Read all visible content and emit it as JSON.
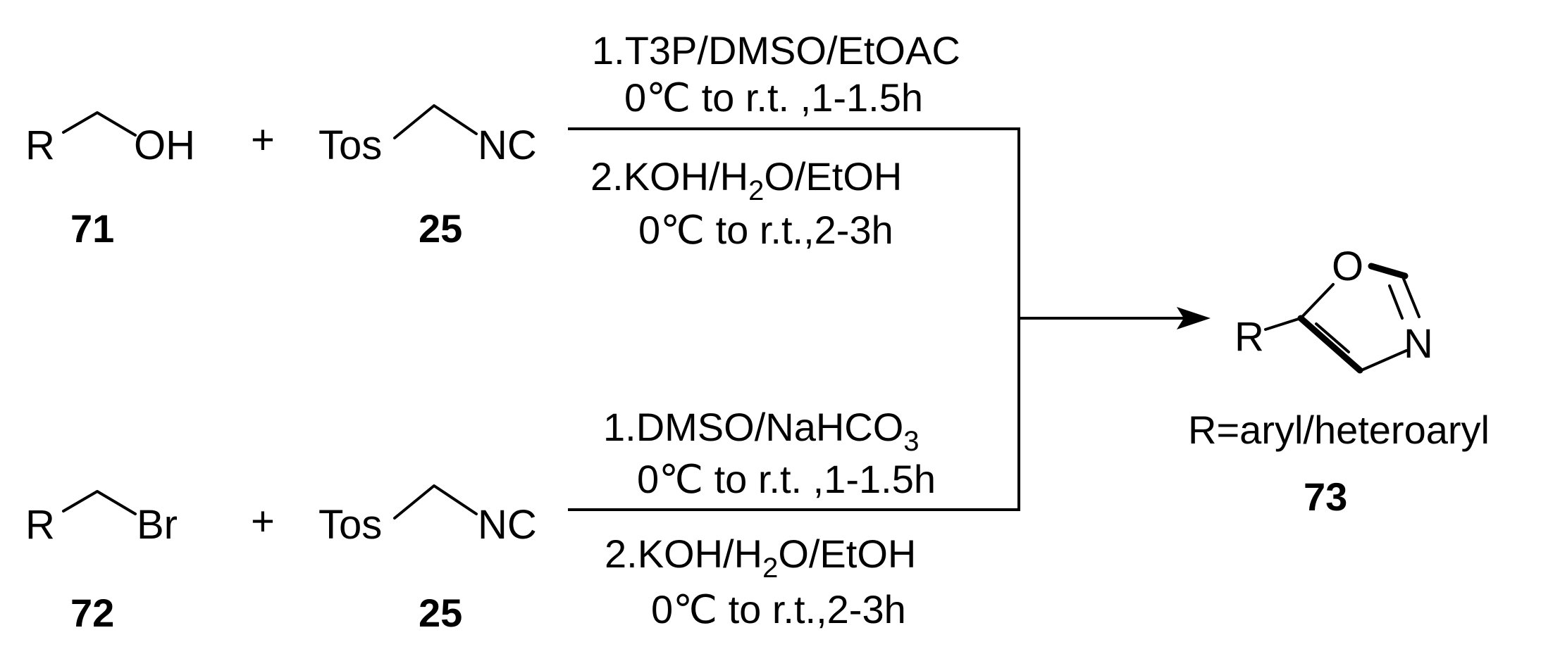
{
  "reaction_top": {
    "reactant1": {
      "r": "R",
      "group": "OH",
      "number": "71"
    },
    "plus": "+",
    "reagent": {
      "group_left": "Tos",
      "group_right": "NC",
      "number": "25"
    },
    "condition1": "1.T3P/DMSO/EtOAC",
    "condition1_temp": "0℃  to r.t. ,1-1.5h",
    "condition2_prefix": "2.KOH/H",
    "condition2_sub": "2",
    "condition2_suffix": "O/EtOH",
    "condition2_temp": "0℃  to r.t.,2-3h"
  },
  "reaction_bottom": {
    "reactant1": {
      "r": "R",
      "group": "Br",
      "number": "72"
    },
    "plus": "+",
    "reagent": {
      "group_left": "Tos",
      "group_right": "NC",
      "number": "25"
    },
    "condition1_prefix": "1.DMSO/NaHCO",
    "condition1_sub": "3",
    "condition1_temp": "0℃  to r.t. ,1-1.5h",
    "condition2_prefix": "2.KOH/H",
    "condition2_sub": "2",
    "condition2_suffix": "O/EtOH",
    "condition2_temp": "0℃  to r.t.,2-3h"
  },
  "product": {
    "r": "R",
    "o": "O",
    "n": "N",
    "r_definition": "R=aryl/heteroaryl",
    "number": "73"
  }
}
